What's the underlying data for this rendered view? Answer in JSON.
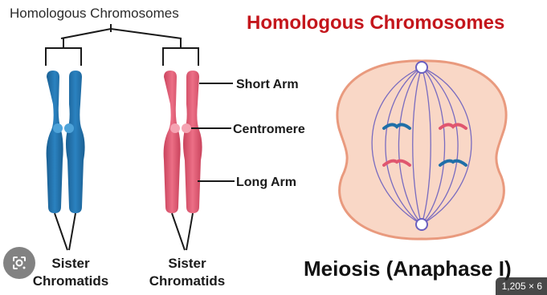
{
  "diagram": {
    "top_label": "Homologous Chromosomes",
    "title": "Homologous Chromosomes",
    "title_color": "#c4161c",
    "part_labels": {
      "short_arm": "Short Arm",
      "centromere": "Centromere",
      "long_arm": "Long Arm"
    },
    "sister_label_line1": "Sister",
    "sister_label_line2": "Chromatids",
    "meiosis_label": "Meiosis (Anaphase I)",
    "colors": {
      "chromosome_blue": "#1f6fa8",
      "chromosome_pink": "#e0566f",
      "cell_fill": "#f9d7c6",
      "cell_border": "#e99a7e",
      "spindle": "#6a5fbf"
    }
  },
  "overlay": {
    "lens_icon": "google-lens-icon",
    "size_badge": "1,205 × 6"
  }
}
